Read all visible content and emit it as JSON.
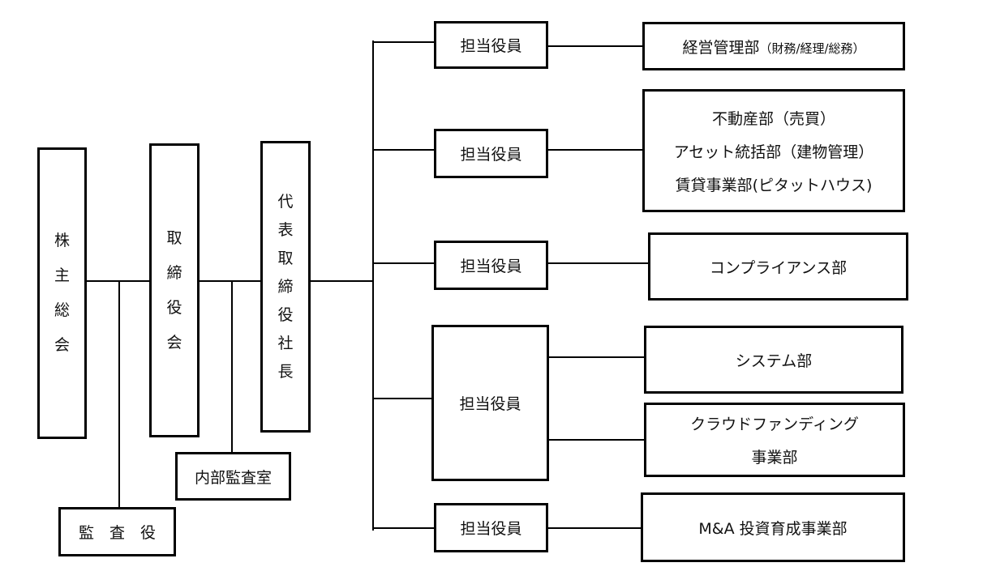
{
  "board": {
    "shareholders_meeting": [
      "株",
      "主",
      "総",
      "会"
    ],
    "board_of_directors": [
      "取",
      "締",
      "役",
      "会"
    ],
    "president": [
      "代",
      "表",
      "取",
      "締",
      "役",
      "社",
      "長"
    ],
    "internal_audit": "内部監査室",
    "auditor": "監　査　役"
  },
  "officers": {
    "label": "担当役員"
  },
  "departments": {
    "management_main": "経営管理部",
    "management_sub": "（財務/経理/総務）",
    "realestate_line1": "不動産部（売買）",
    "realestate_line2": "アセット統括部（建物管理）",
    "realestate_line3": "賃貸事業部(ピタットハウス)",
    "compliance": "コンプライアンス部",
    "system": "システム部",
    "crowdfunding_line1": "クラウドファンディング",
    "crowdfunding_line2": "事業部",
    "ma": "M&A 投資育成事業部"
  }
}
